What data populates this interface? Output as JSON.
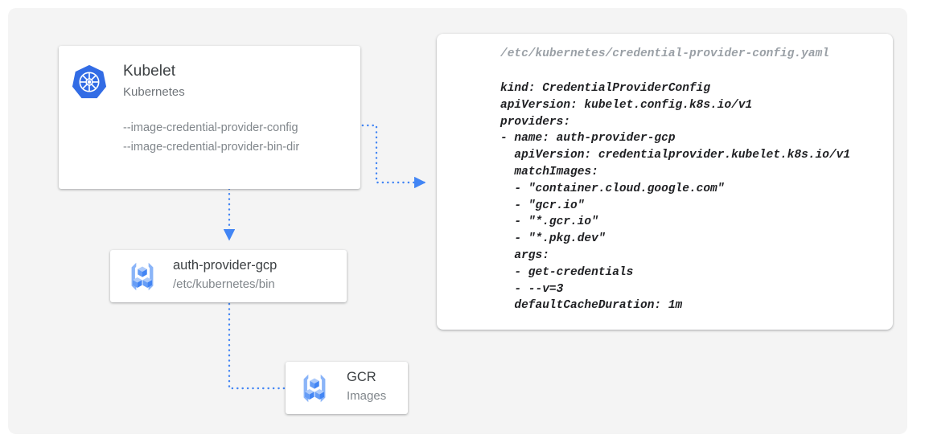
{
  "canvas": {
    "background_color": "#f4f4f4",
    "page_background": "#ffffff"
  },
  "colors": {
    "accent_blue": "#4285f4",
    "kubernetes_blue": "#326ce5",
    "icon_light_blue": "#8ab4f8",
    "title_text": "#3c4043",
    "muted_text": "#80868b",
    "code_text": "#202124",
    "filename_text": "#9aa0a6"
  },
  "kubelet": {
    "icon": "kubernetes-wheel-icon",
    "title": "Kubelet",
    "subtitle": "Kubernetes",
    "flags": [
      "--image-credential-provider-config",
      "--image-credential-provider-bin-dir"
    ]
  },
  "auth_provider": {
    "icon": "gcp-container-registry-icon",
    "title": "auth-provider-gcp",
    "subtitle": "/etc/kubernetes/bin"
  },
  "gcr": {
    "icon": "gcp-container-registry-icon",
    "title": "GCR",
    "subtitle": "Images"
  },
  "yaml_panel": {
    "filename": "/etc/kubernetes/credential-provider-config.yaml",
    "content": "kind: CredentialProviderConfig\napiVersion: kubelet.config.k8s.io/v1\nproviders:\n- name: auth-provider-gcp\n  apiVersion: credentialprovider.kubelet.k8s.io/v1\n  matchImages:\n  - \"container.cloud.google.com\"\n  - \"gcr.io\"\n  - \"*.gcr.io\"\n  - \"*.pkg.dev\"\n  args:\n  - get-credentials\n  - --v=3\n  defaultCacheDuration: 1m"
  },
  "connectors": [
    {
      "name": "kubelet-config-to-yaml",
      "style": "dotted",
      "arrowhead": "right-triangle"
    },
    {
      "name": "kubelet-to-auth-provider",
      "style": "dotted",
      "arrowhead": "down-triangle"
    },
    {
      "name": "auth-provider-to-gcr",
      "style": "dotted",
      "arrowhead": "right-triangle"
    }
  ]
}
